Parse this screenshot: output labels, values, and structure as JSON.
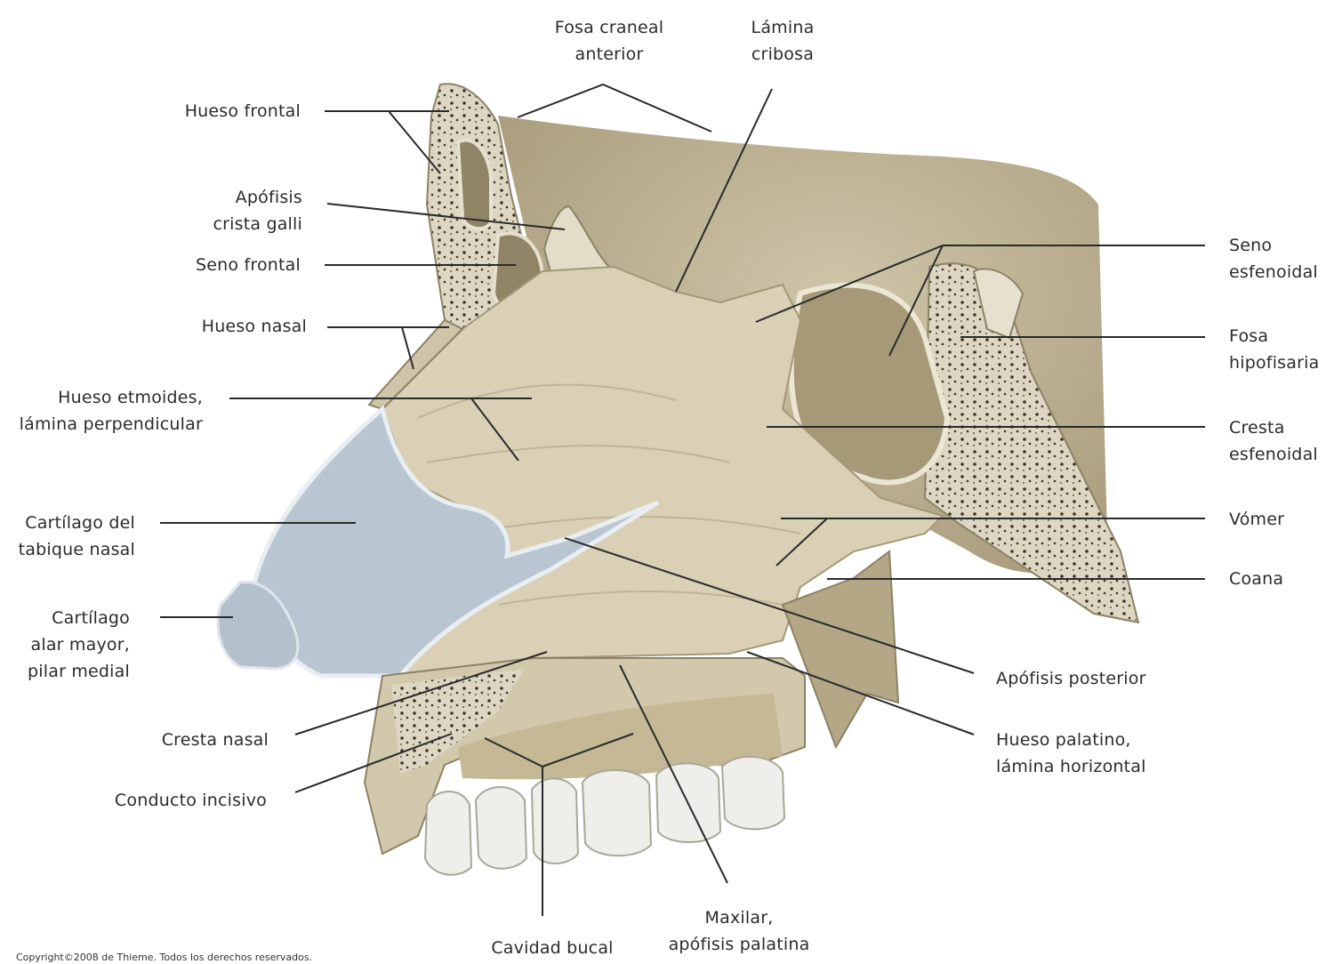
{
  "labels": {
    "fosa_craneal": [
      "Fosa craneal",
      "anterior"
    ],
    "lamina_cribosa": [
      "Lámina",
      "cribosa"
    ],
    "hueso_frontal": [
      "Hueso frontal"
    ],
    "crista_galli": [
      "Apófisis",
      "crista galli"
    ],
    "seno_frontal": [
      "Seno frontal"
    ],
    "hueso_nasal": [
      "Hueso nasal"
    ],
    "etmoides": [
      "Hueso etmoides,",
      "lámina perpendicular"
    ],
    "cartilago_tabique": [
      "Cartílago del",
      "tabique nasal"
    ],
    "cartilago_alar": [
      "Cartílago",
      "alar mayor,",
      "pilar medial"
    ],
    "cresta_nasal": [
      "Cresta nasal"
    ],
    "conducto_incisivo": [
      "Conducto incisivo"
    ],
    "cavidad_bucal": [
      "Cavidad bucal"
    ],
    "maxilar": [
      "Maxilar,",
      "apófisis palatina"
    ],
    "seno_esfenoidal": [
      "Seno",
      "esfenoidal"
    ],
    "fosa_hipofisaria": [
      "Fosa",
      "hipofisaria"
    ],
    "cresta_esfenoidal": [
      "Cresta",
      "esfenoidal"
    ],
    "vomer": [
      "Vómer"
    ],
    "coana": [
      "Coana"
    ],
    "apofisis_posterior": [
      "Apófisis posterior"
    ],
    "hueso_palatino": [
      "Hueso palatino,",
      "lámina horizontal"
    ]
  },
  "copyright": "Copyright©2008 de Thieme. Todos los derechos reservados.",
  "colors": {
    "bone": "#d8cfb5",
    "bone_dark": "#b9ad8c",
    "cartilage": "#b9c6d2",
    "teeth": "#eeeeea",
    "leader": "#2a2a2a"
  }
}
